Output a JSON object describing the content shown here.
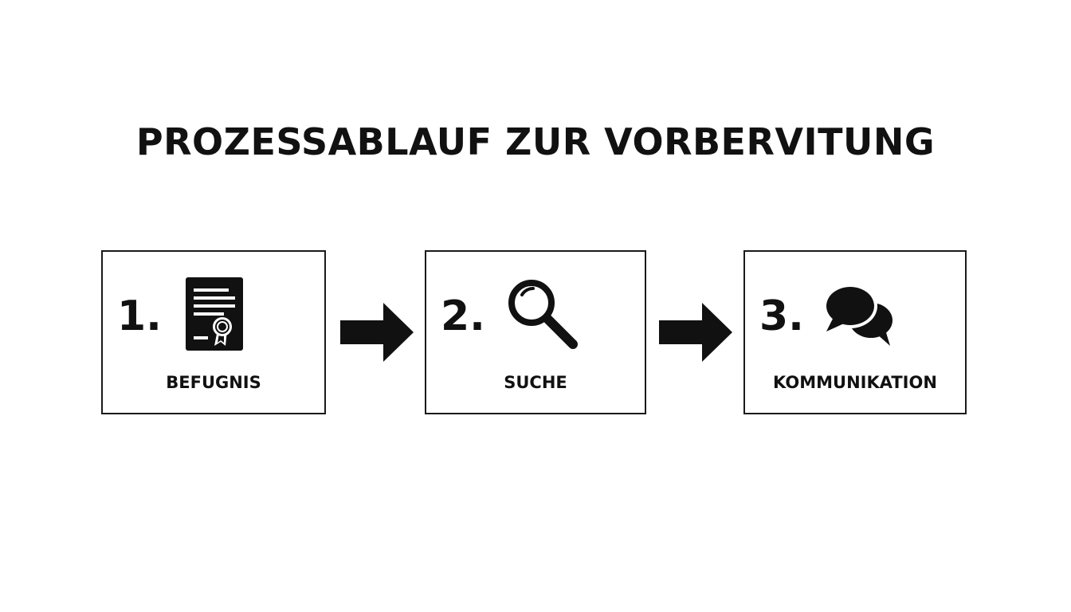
{
  "title": "PROZESSABLAUF ZUR VORBERVITUNG",
  "steps": [
    {
      "number": "1.",
      "label": "BEFUGNIS",
      "icon": "certificate-document-icon"
    },
    {
      "number": "2.",
      "label": "SUCHE",
      "icon": "magnifier-icon"
    },
    {
      "number": "3.",
      "label": "KOMMUNIKATION",
      "icon": "chat-bubbles-icon"
    }
  ],
  "colors": {
    "foreground": "#111111",
    "background": "#ffffff",
    "border": "#1a1a1a"
  }
}
